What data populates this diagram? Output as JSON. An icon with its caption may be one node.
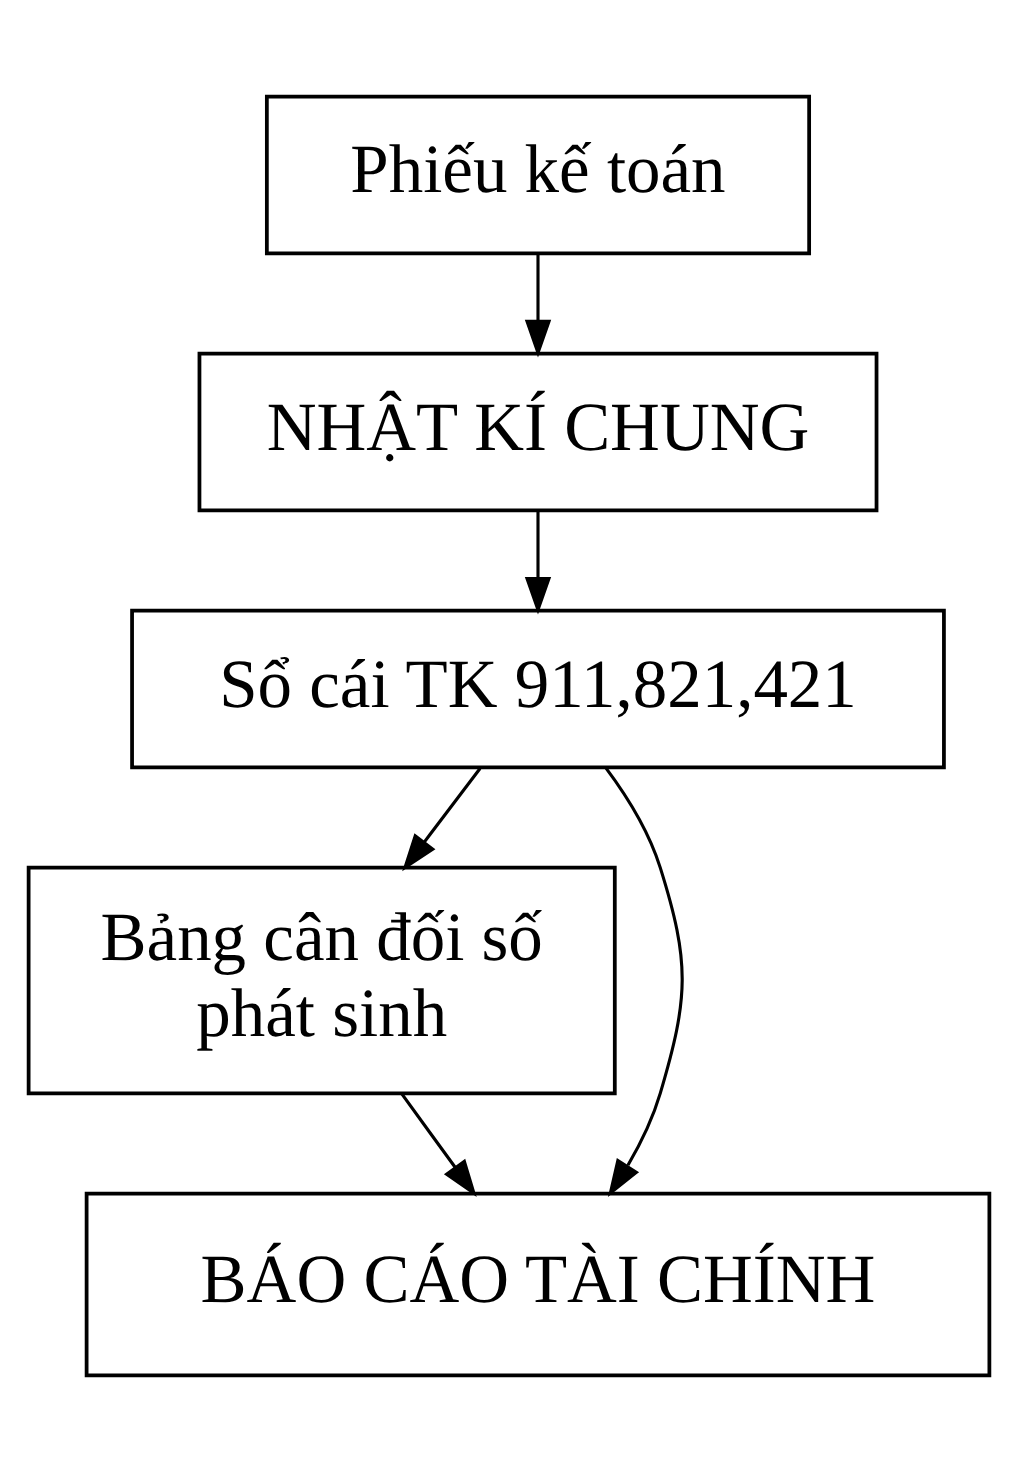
{
  "diagram": {
    "nodes": [
      {
        "text": [
          "Phiếu kế toán"
        ]
      },
      {
        "text": [
          "NHẬT KÍ CHUNG"
        ]
      },
      {
        "text": [
          "Sổ cái TK 911,821,421"
        ]
      },
      {
        "text": [
          "Bảng cân đối số phát sinh"
        ]
      },
      {
        "text": [
          "BÁO CÁO TÀI CHÍNH"
        ]
      }
    ],
    "edges": [
      {
        "from": 0,
        "to": 1,
        "arrow": "to"
      },
      {
        "from": 1,
        "to": 2,
        "arrow": "to"
      },
      {
        "from": 2,
        "to": 3,
        "arrow": "to"
      },
      {
        "from": 2,
        "to": 4,
        "arrow": "to"
      },
      {
        "from": 3,
        "to": 4,
        "arrow": "to"
      }
    ]
  }
}
